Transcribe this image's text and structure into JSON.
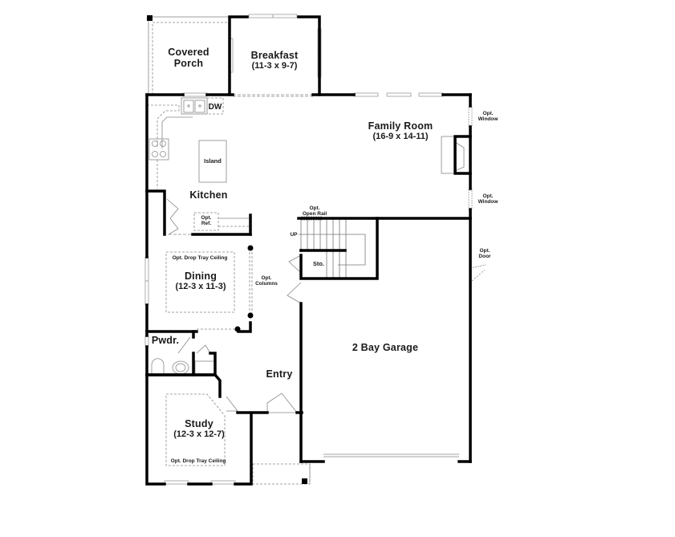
{
  "plan": {
    "rooms": {
      "covered_porch": {
        "name_line1": "Covered",
        "name_line2": "Porch"
      },
      "breakfast": {
        "name": "Breakfast",
        "dims": "(11-3 x 9-7)"
      },
      "family_room": {
        "name": "Family Room",
        "dims": "(16-9 x 14-11)"
      },
      "kitchen": {
        "name": "Kitchen"
      },
      "dining": {
        "name": "Dining",
        "dims": "(12-3 x 11-3)"
      },
      "powder": {
        "name": "Pwdr."
      },
      "entry": {
        "name": "Entry"
      },
      "study": {
        "name": "Study",
        "dims": "(12-3 x 12-7)"
      },
      "garage": {
        "name": "2 Bay Garage"
      },
      "storage": {
        "name": "Sto."
      }
    },
    "fixtures": {
      "dishwasher": "DW",
      "island": "Island",
      "opt_ref_line1": "Opt.",
      "opt_ref_line2": "Ref.",
      "stairs_up": "UP"
    },
    "notes": {
      "opt_window_1_line1": "Opt.",
      "opt_window_1_line2": "Window",
      "opt_window_2_line1": "Opt.",
      "opt_window_2_line2": "Window",
      "opt_open_rail_line1": "Opt.",
      "opt_open_rail_line2": "Open Rail",
      "opt_columns_line1": "Opt.",
      "opt_columns_line2": "Columns",
      "opt_door_line1": "Opt.",
      "opt_door_line2": "Door",
      "dining_tray": "Opt. Drop Tray Ceiling",
      "study_tray": "Opt. Drop Tray Ceiling"
    },
    "colors": {
      "wall": "#000000",
      "thin_line": "#888888",
      "window": "#bdbdbd",
      "background": "#ffffff"
    }
  }
}
